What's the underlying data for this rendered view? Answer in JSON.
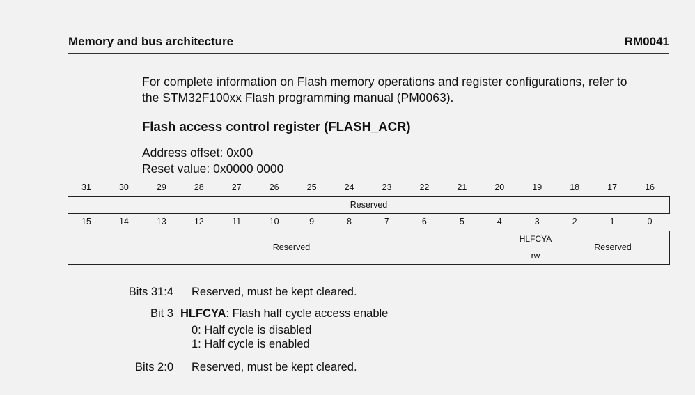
{
  "header": {
    "section": "Memory and bus architecture",
    "doc_id": "RM0041"
  },
  "intro": {
    "line1": "For complete information on Flash memory operations and register configurations,  refer to",
    "line2": "the STM32F100xx Flash programming manual (PM0063)."
  },
  "register": {
    "title": "Flash access control register (FLASH_ACR)",
    "address_offset": "Address offset: 0x00",
    "reset_value": "Reset value: 0x0000 0000",
    "upper_bits": [
      "31",
      "30",
      "29",
      "28",
      "27",
      "26",
      "25",
      "24",
      "23",
      "22",
      "21",
      "20",
      "19",
      "18",
      "17",
      "16"
    ],
    "lower_bits": [
      "15",
      "14",
      "13",
      "12",
      "11",
      "10",
      "9",
      "8",
      "7",
      "6",
      "5",
      "4",
      "3",
      "2",
      "1",
      "0"
    ],
    "upper_field": "Reserved",
    "lower_fields": {
      "reserved_high": "Reserved",
      "hlfcya_name": "HLFCYA",
      "hlfcya_access": "rw",
      "reserved_low": "Reserved"
    }
  },
  "descriptions": {
    "bits_31_4": {
      "bits": "Bits 31:4",
      "text": "Reserved, must be kept cleared."
    },
    "bit_3": {
      "bits": "Bit 3",
      "name": "HLFCYA",
      "text": ": Flash half cycle access enable",
      "opt0": "0: Half cycle is disabled",
      "opt1": "1: Half cycle is enabled"
    },
    "bits_2_0": {
      "bits": "Bits 2:0",
      "text": "Reserved, must be kept cleared."
    }
  }
}
